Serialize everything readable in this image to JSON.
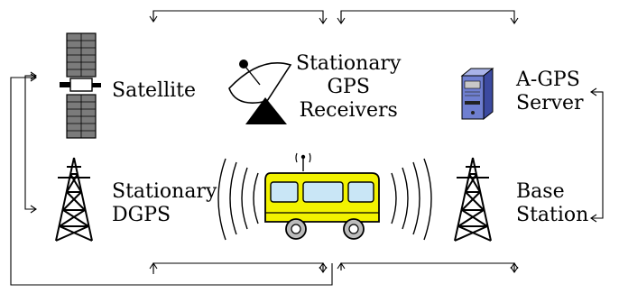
{
  "nodes": {
    "satellite": {
      "lines": [
        "Satellite"
      ],
      "icon": "satellite-icon"
    },
    "gps_receivers": {
      "lines": [
        "Stationary",
        "GPS",
        "Receivers"
      ],
      "icon": "satellite-dish-icon"
    },
    "agps_server": {
      "lines": [
        "A-GPS",
        "Server"
      ],
      "icon": "server-icon"
    },
    "dgps": {
      "lines": [
        "Stationary",
        "DGPS"
      ],
      "icon": "radio-tower-icon"
    },
    "vehicle": {
      "lines": [],
      "icon": "bus-icon"
    },
    "base_station": {
      "lines": [
        "Base",
        "Station"
      ],
      "icon": "radio-tower-icon"
    }
  },
  "colors": {
    "bus_body": "#f2f200",
    "bus_window": "#c9e6f6",
    "server_body": "#6f7fd0",
    "line": "#000000"
  }
}
